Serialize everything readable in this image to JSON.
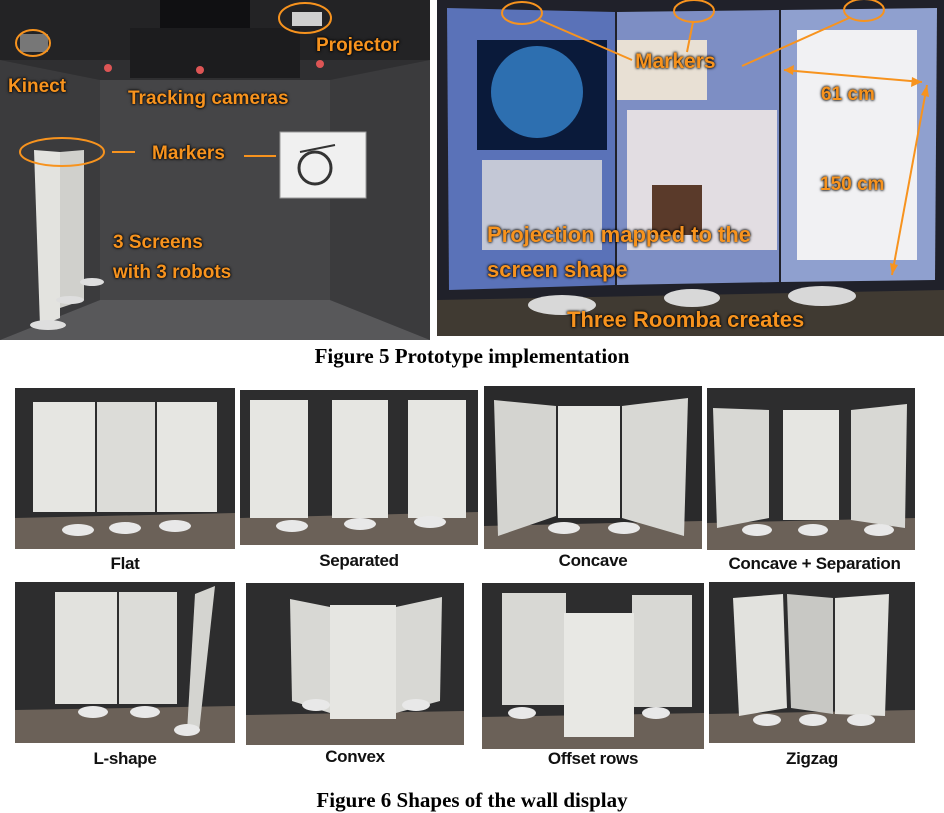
{
  "figure5": {
    "caption": "Figure 5 Prototype implementation",
    "left_photo": {
      "labels": {
        "kinect": "Kinect",
        "projector": "Projector",
        "tracking_cameras": "Tracking cameras",
        "markers": "Markers",
        "screens": "3 Screens",
        "robots": "with 3 robots"
      }
    },
    "right_photo": {
      "labels": {
        "markers": "Markers",
        "width": "61 cm",
        "height": "150 cm",
        "projection_line1": "Projection mapped to the",
        "projection_line2": "screen shape",
        "roomba": "Three Roomba creates"
      }
    }
  },
  "figure6": {
    "caption": "Figure 6 Shapes of the wall display",
    "shapes": [
      "Flat",
      "Separated",
      "Concave",
      "Concave + Separation",
      "L-shape",
      "Convex",
      "Offset rows",
      "Zigzag"
    ]
  },
  "colors": {
    "label_orange": "#f7931e",
    "room_dark": "#3a3a3c",
    "screen_white": "#e6e6e2"
  }
}
